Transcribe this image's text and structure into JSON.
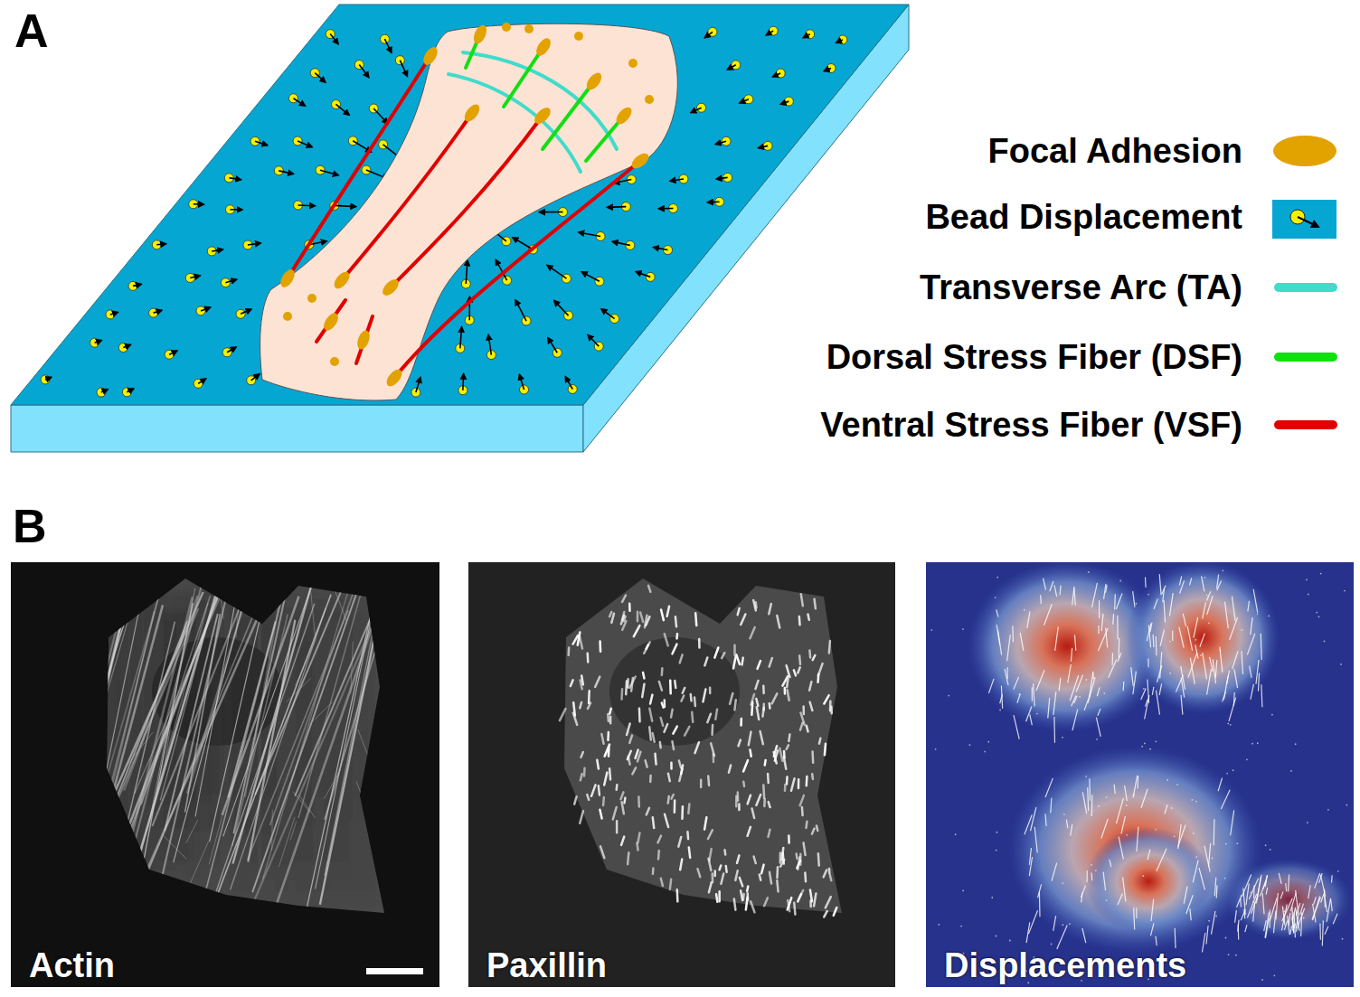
{
  "diagram": {
    "nodes": [
      {
        "text": [
          "Actin"
        ]
      },
      {
        "text": [
          "Paxillin"
        ]
      },
      {
        "text": [
          "Displacements"
        ]
      }
    ],
    "labels": [
      "A",
      "B"
    ],
    "legend": [
      {
        "text": "Focal Adhesion"
      },
      {
        "text": "Bead Displacement"
      },
      {
        "text": "Transverse Arc (TA)"
      },
      {
        "text": "Dorsal Stress Fiber (DSF)"
      },
      {
        "text": "Ventral Stress Fiber (VSF)"
      }
    ]
  }
}
